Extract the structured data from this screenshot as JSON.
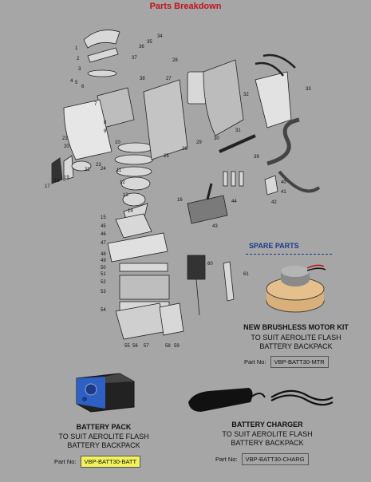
{
  "page_title": "Parts Breakdown",
  "diagram_numbers": [
    "1",
    "2",
    "3",
    "4",
    "5",
    "6",
    "7",
    "8",
    "9",
    "10",
    "11",
    "12",
    "13",
    "14",
    "15",
    "16",
    "17",
    "18",
    "19",
    "20",
    "21",
    "22",
    "23",
    "24",
    "25",
    "26",
    "27",
    "28",
    "29",
    "30",
    "31",
    "32",
    "33",
    "34",
    "35",
    "36",
    "37",
    "38",
    "39",
    "40",
    "41",
    "42",
    "43",
    "44",
    "45",
    "46",
    "47",
    "48",
    "49",
    "50",
    "51",
    "52",
    "53",
    "54",
    "55",
    "56",
    "57",
    "58",
    "59",
    "60",
    "61"
  ],
  "spare_parts": {
    "heading": "SPARE PARTS",
    "motor": {
      "title": "NEW BRUSHLESS MOTOR KIT",
      "subtitle_1": "TO SUIT AEROLITE FLASH",
      "subtitle_2": "BATTERY BACKPACK",
      "part_label": "Part No:",
      "part_no": "VBP-BATT30-MTR"
    },
    "battery": {
      "title": "BATTERY PACK",
      "subtitle_1": "TO SUIT AEROLITE FLASH",
      "subtitle_2": "BATTERY BACKPACK",
      "part_label": "Part No:",
      "part_no": "VBP-BATT30-BATT"
    },
    "charger": {
      "title": "BATTERY CHARGER",
      "subtitle_1": "TO SUIT AEROLITE FLASH",
      "subtitle_2": "BATTERY BACKPACK",
      "part_label": "Part No:",
      "part_no": "VBP-BATT30-CHARG"
    }
  },
  "colors": {
    "title_red": "#c0131b",
    "spare_blue": "#1a3a8c",
    "highlight": "#f2f25a",
    "background": "#a6a6a6"
  }
}
